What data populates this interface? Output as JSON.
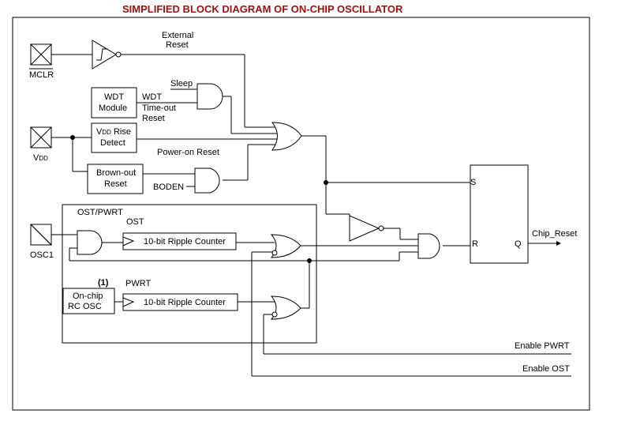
{
  "title": "SIMPLIFIED BLOCK DIAGRAM OF ON-CHIP OSCILLATOR",
  "pins": {
    "mclr": "MCLR",
    "vdd_v": "V",
    "vdd_dd": "DD",
    "osc1": "OSC1"
  },
  "labels": {
    "external": "External",
    "reset": "Reset",
    "sleep": "Sleep",
    "wdt": "WDT",
    "timeout": "Time-out",
    "wdt_reset": "Reset",
    "power_on_reset": "Power-on Reset",
    "boden": "BODEN",
    "ost_pwrt": "OST/PWRT",
    "ost": "OST",
    "pwrt": "PWRT",
    "note": "(1)",
    "enable_pwrt": "Enable PWRT",
    "enable_ost": "Enable OST",
    "chip_reset": "Chip_Reset",
    "s": "S",
    "r": "R",
    "q": "Q"
  },
  "blocks": {
    "wdt_module_1": "WDT",
    "wdt_module_2": "Module",
    "vdd_rise_1a": "V",
    "vdd_rise_1b": "DD",
    "vdd_rise_1c": " Rise",
    "vdd_rise_2": "Detect",
    "brownout_1": "Brown-out",
    "brownout_2": "Reset",
    "ripple_ost": "10-bit Ripple Counter",
    "ripple_pwrt": "10-bit Ripple Counter",
    "rc_osc_1": "On-chip",
    "rc_osc_2": "RC OSC"
  }
}
